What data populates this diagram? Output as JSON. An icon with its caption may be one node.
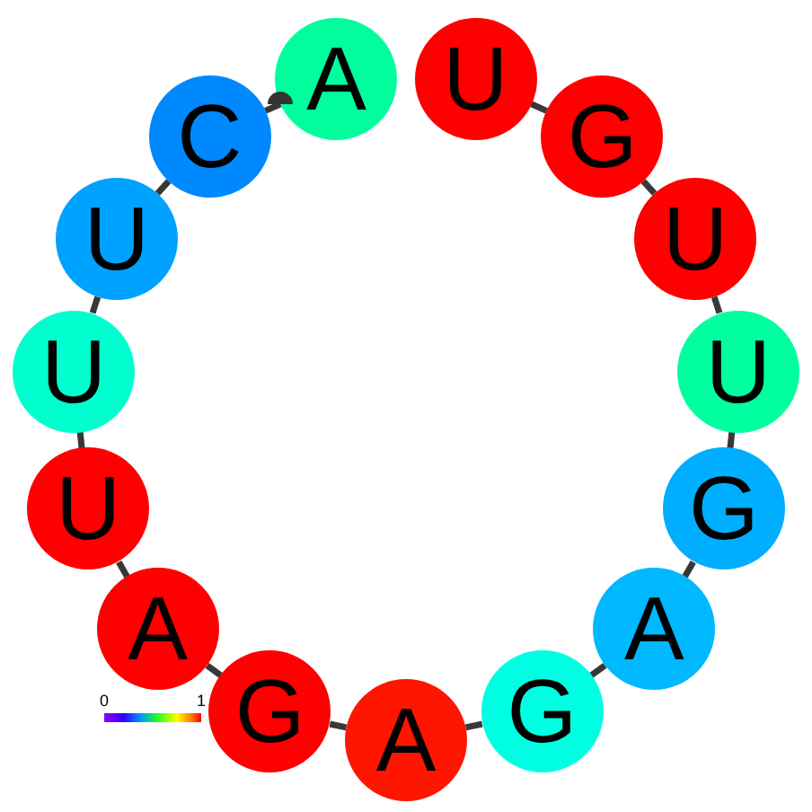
{
  "diagram": {
    "nodes": [
      {
        "text": [
          "U"
        ]
      },
      {
        "text": [
          "G"
        ]
      },
      {
        "text": [
          "U"
        ]
      },
      {
        "text": [
          "U"
        ]
      },
      {
        "text": [
          "G"
        ]
      },
      {
        "text": [
          "A"
        ]
      },
      {
        "text": [
          "G"
        ]
      },
      {
        "text": [
          "A"
        ]
      },
      {
        "text": [
          "G"
        ]
      },
      {
        "text": [
          "A"
        ]
      },
      {
        "text": [
          "U"
        ]
      },
      {
        "text": [
          "U"
        ]
      },
      {
        "text": [
          "U"
        ]
      },
      {
        "text": [
          "C"
        ]
      },
      {
        "text": [
          "A"
        ]
      }
    ],
    "edges": [
      {
        "from": 0,
        "to": 1,
        "arrow": "none"
      },
      {
        "from": 1,
        "to": 2,
        "arrow": "none"
      },
      {
        "from": 2,
        "to": 3,
        "arrow": "none"
      },
      {
        "from": 3,
        "to": 4,
        "arrow": "none"
      },
      {
        "from": 4,
        "to": 5,
        "arrow": "none"
      },
      {
        "from": 5,
        "to": 6,
        "arrow": "none"
      },
      {
        "from": 6,
        "to": 7,
        "arrow": "none"
      },
      {
        "from": 7,
        "to": 8,
        "arrow": "none"
      },
      {
        "from": 8,
        "to": 9,
        "arrow": "none"
      },
      {
        "from": 9,
        "to": 10,
        "arrow": "none"
      },
      {
        "from": 10,
        "to": 11,
        "arrow": "none"
      },
      {
        "from": 11,
        "to": 12,
        "arrow": "none"
      },
      {
        "from": 12,
        "to": 13,
        "arrow": "none"
      },
      {
        "from": 13,
        "to": 14,
        "arrow": "none"
      }
    ],
    "labels": [
      "0",
      "1"
    ]
  }
}
